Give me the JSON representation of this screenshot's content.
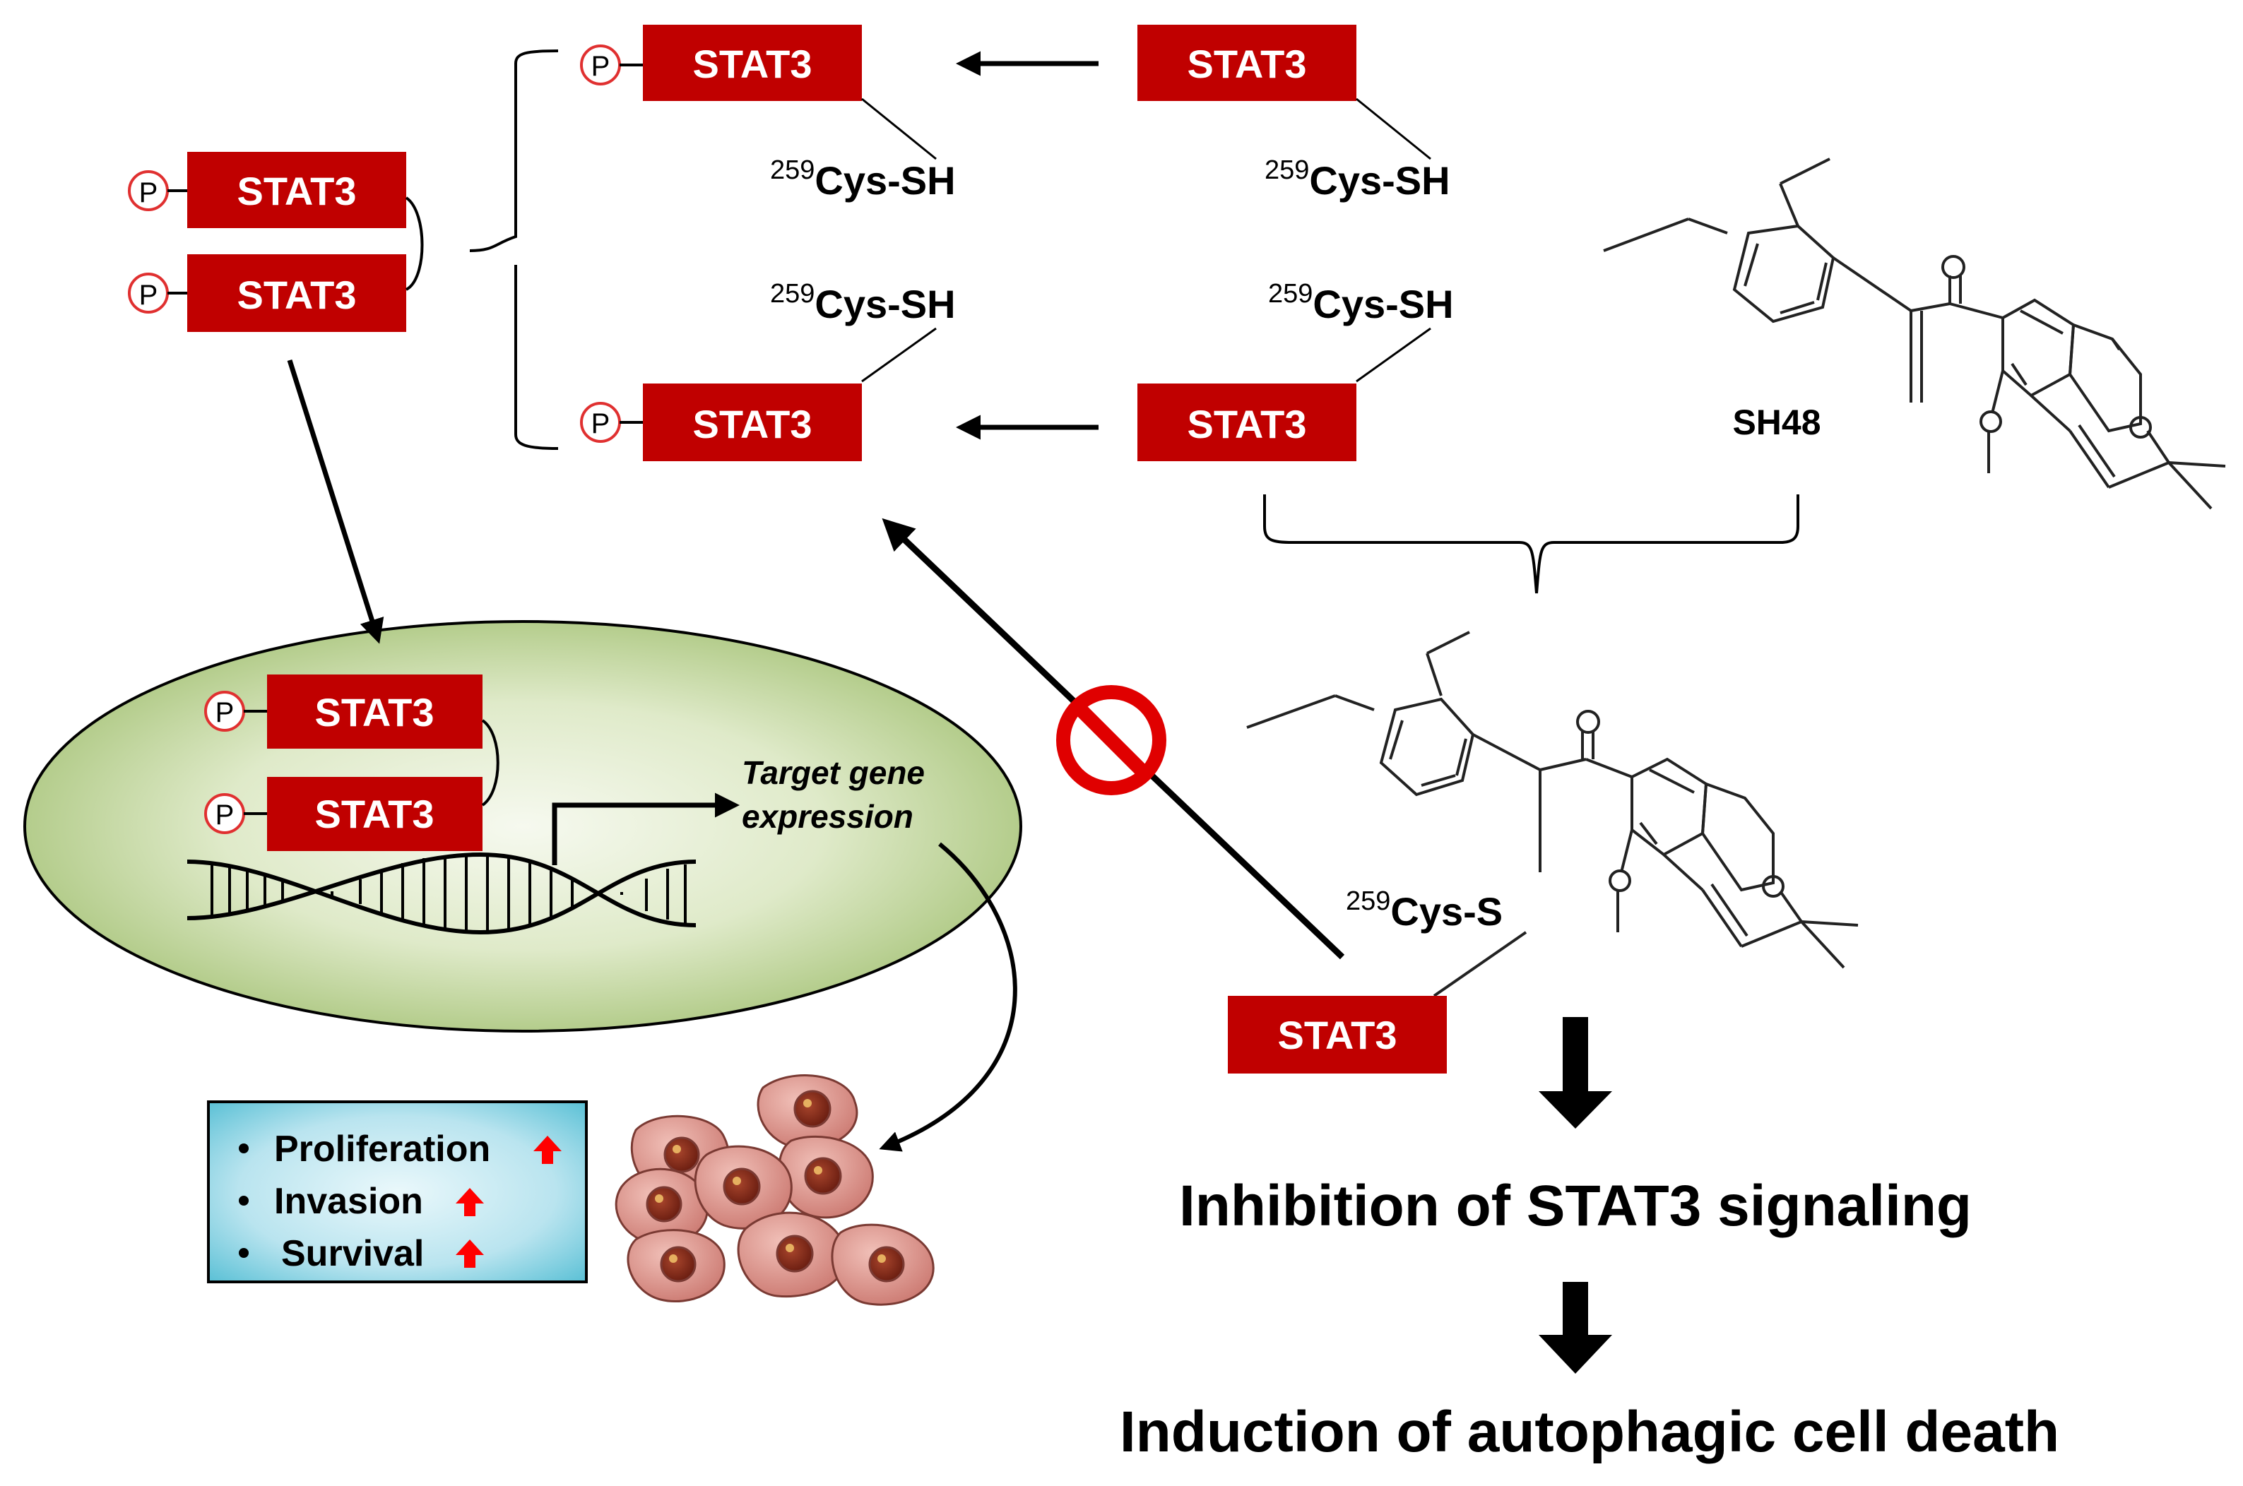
{
  "protein_label": "STAT3",
  "phospho_label": "P",
  "cys_superscript": "259",
  "cys_sh_label": "Cys-SH",
  "cys_s_label": "Cys-S",
  "compound_name": "SH48",
  "target_gene_line1": "Target gene",
  "target_gene_line2": "expression",
  "effects": [
    "Proliferation",
    "Invasion",
    "Survival"
  ],
  "outcome_1": "Inhibition of STAT3 signaling",
  "outcome_2": "Induction of autophagic cell death",
  "colors": {
    "stat3_fill": "#c00000",
    "phospho_ring": "#e03030",
    "up_arrow": "#ff0000",
    "nucleus_outer": "#a9c57c",
    "nucleus_inner": "#f4f8ec",
    "effects_box_outer": "#5cc1d6",
    "effects_box_inner": "#e6f6fa",
    "cell_fill": "#d9908a",
    "cell_nucleus": "#8b2d1c",
    "cell_spot": "#e6b060"
  }
}
